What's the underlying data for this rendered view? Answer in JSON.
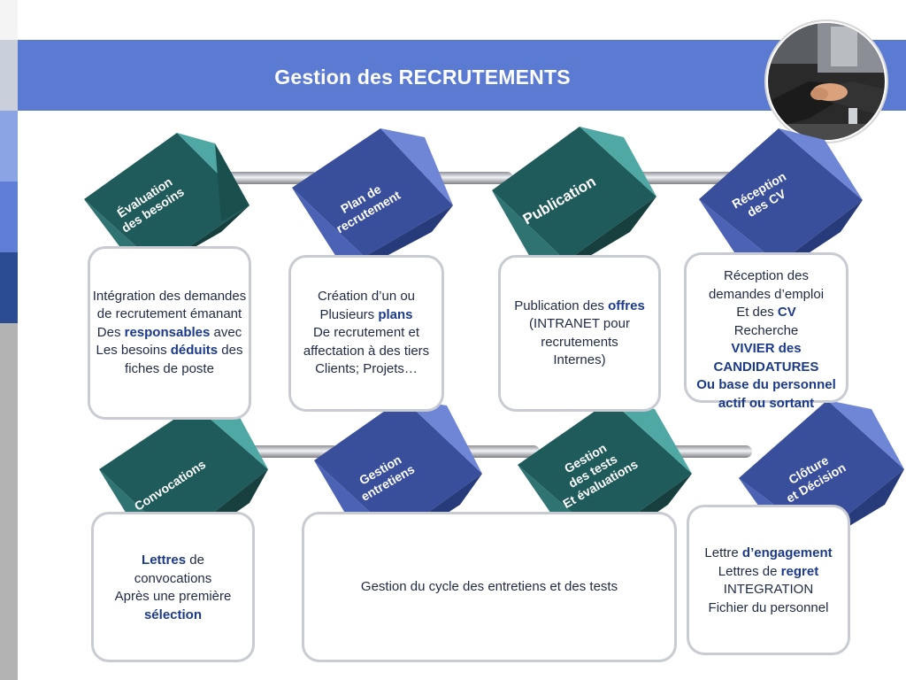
{
  "title": "Gestion des RECRUTEMENTS",
  "colors": {
    "banner": "#5b7bd2",
    "teal": "#1f5b5a",
    "blue": "#3a4f9c",
    "box_border": "#c8ccd2"
  },
  "steps": [
    {
      "lines": [
        "Évaluation",
        "des besoins"
      ]
    },
    {
      "lines": [
        "Plan de",
        "recrutement"
      ]
    },
    {
      "lines": [
        "Publication"
      ]
    },
    {
      "lines": [
        "Réception",
        "des CV"
      ]
    },
    {
      "lines": [
        "Convocations"
      ]
    },
    {
      "lines": [
        "Gestion",
        "entretiens"
      ]
    },
    {
      "lines": [
        "Gestion",
        "des tests",
        "Et évaluations"
      ]
    },
    {
      "lines": [
        "Clôture",
        "et Décision"
      ]
    }
  ],
  "boxes": [
    {
      "lines": [
        [
          {
            "t": "Intégration des demandes"
          }
        ],
        [
          {
            "t": "de recrutement émanant"
          }
        ],
        [
          {
            "t": "Des "
          },
          {
            "t": "responsables",
            "b": true
          },
          {
            "t": " avec"
          }
        ],
        [
          {
            "t": "Les besoins "
          },
          {
            "t": "déduits",
            "b": true
          },
          {
            "t": " des"
          }
        ],
        [
          {
            "t": "fiches de  poste"
          }
        ]
      ]
    },
    {
      "lines": [
        [
          {
            "t": "Création d’un ou"
          }
        ],
        [
          {
            "t": "Plusieurs "
          },
          {
            "t": "plans",
            "b": true
          }
        ],
        [
          {
            "t": "De recrutement et"
          }
        ],
        [
          {
            "t": "affectation à des tiers"
          }
        ],
        [
          {
            "t": "Clients; Projets…"
          }
        ]
      ]
    },
    {
      "lines": [
        [
          {
            "t": "Publication des "
          },
          {
            "t": "offres",
            "b": true
          }
        ],
        [
          {
            "t": "(INTRANET pour"
          }
        ],
        [
          {
            "t": "recrutements"
          }
        ],
        [
          {
            "t": "Internes)"
          }
        ]
      ]
    },
    {
      "lines": [
        [
          {
            "t": "Réception des"
          }
        ],
        [
          {
            "t": "demandes d’emploi"
          }
        ],
        [
          {
            "t": "Et des "
          },
          {
            "t": "CV",
            "b": true
          }
        ],
        [
          {
            "t": "Recherche"
          }
        ],
        [
          {
            "t": "VIVIER des CANDIDATURES",
            "b": true
          }
        ],
        [
          {
            "t": "Ou base du personnel",
            "b": true
          }
        ],
        [
          {
            "t": "actif ou sortant",
            "b": true
          }
        ]
      ]
    },
    {
      "lines": [
        [
          {
            "t": "Lettres",
            "b": true
          },
          {
            "t": " de"
          }
        ],
        [
          {
            "t": "convocations"
          }
        ],
        [
          {
            "t": "Après une première"
          }
        ],
        [
          {
            "t": "sélection",
            "b": true
          }
        ]
      ]
    },
    {
      "lines": [
        [
          {
            "t": "Gestion du cycle des entretiens et des tests"
          }
        ]
      ]
    },
    {
      "lines": [
        [
          {
            "t": "Lettre "
          },
          {
            "t": "d’engagement",
            "b": true
          }
        ],
        [
          {
            "t": "Lettres de "
          },
          {
            "t": "regret",
            "b": true
          }
        ],
        [
          {
            "t": "INTEGRATION"
          }
        ],
        [
          {
            "t": "Fichier du personnel"
          }
        ]
      ]
    }
  ]
}
